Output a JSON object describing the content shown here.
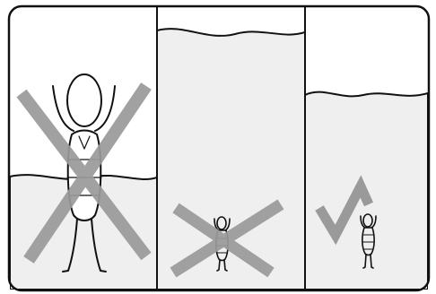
{
  "figure": {
    "panels": [
      {
        "id": "panel-1",
        "water_level": "waist-deep",
        "mark": "cross-mark-icon",
        "figure": "person-with-float-vest-icon"
      },
      {
        "id": "panel-2",
        "water_level": "over-head",
        "mark": "cross-mark-icon",
        "figure": "person-with-float-vest-icon"
      },
      {
        "id": "panel-3",
        "water_level": "over-head",
        "mark": "check-mark-icon",
        "figure": "person-with-float-vest-icon"
      }
    ],
    "colors": {
      "outline": "#111111",
      "water": "#efefef",
      "mark": "#9a9a9a",
      "background": "#ffffff"
    }
  }
}
